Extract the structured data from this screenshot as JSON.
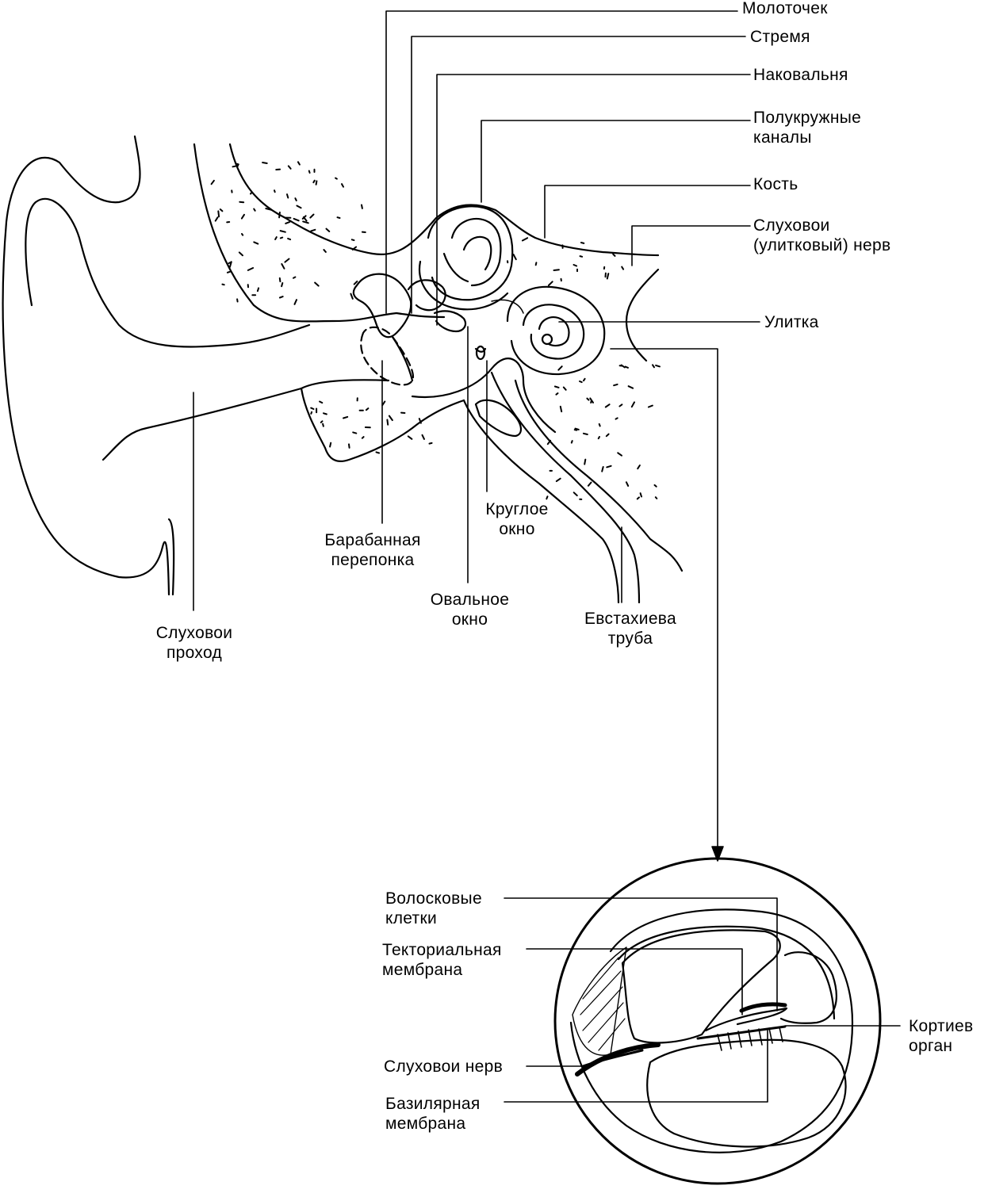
{
  "labels": {
    "malleus": "Молоточек",
    "stapes": "Стремя",
    "incus": "Наковальня",
    "semicircular_1": "Полукружные",
    "semicircular_2": "каналы",
    "bone": "Кость",
    "nerve_1": "Слуховои",
    "nerve_2": "(улитковый)  нерв",
    "cochlea": "Улитка",
    "round_window_1": "Круглое",
    "round_window_2": "окно",
    "eardrum_1": "Барабанная",
    "eardrum_2": "перепонка",
    "oval_window_1": "Овальное",
    "oval_window_2": "окно",
    "eustachian_1": "Евстахиева",
    "eustachian_2": "труба",
    "canal_1": "Слуховои",
    "canal_2": "проход",
    "hair_cells_1": "Волосковые",
    "hair_cells_2": "клетки",
    "tectorial_1": "Текториальная",
    "tectorial_2": "мембрана",
    "corti_1": "Кортиев",
    "corti_2": "орган",
    "cochlear_nerve": "Слуховои нерв",
    "basilar_1": "Базилярная",
    "basilar_2": "мембрана"
  },
  "colors": {
    "ink": "#000000",
    "paper": "#ffffff"
  }
}
